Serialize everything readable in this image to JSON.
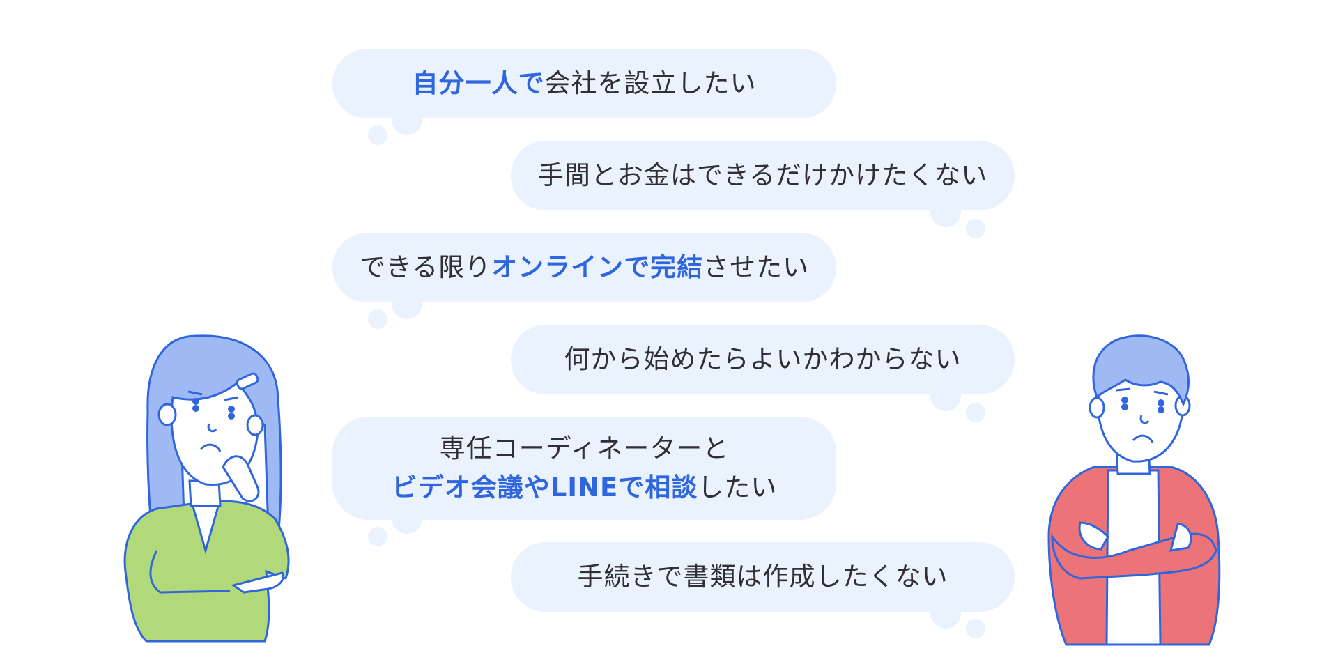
{
  "bubbles": [
    {
      "side": "left",
      "parts": [
        {
          "t": "自分一人で",
          "hl": true
        },
        {
          "t": "会社を設立したい",
          "hl": false
        }
      ]
    },
    {
      "side": "right",
      "parts": [
        {
          "t": "手間とお金はできるだけかけたくない",
          "hl": false
        }
      ]
    },
    {
      "side": "left",
      "parts": [
        {
          "t": "できる限り",
          "hl": false
        },
        {
          "t": "オンラインで完結",
          "hl": true
        },
        {
          "t": "させたい",
          "hl": false
        }
      ]
    },
    {
      "side": "right",
      "parts": [
        {
          "t": "何から始めたらよいかわからない",
          "hl": false
        }
      ]
    },
    {
      "side": "left",
      "line1": "専任コーディネーターと",
      "parts": [
        {
          "t": "ビデオ会議やLINEで相談",
          "hl": true
        },
        {
          "t": "したい",
          "hl": false
        }
      ]
    },
    {
      "side": "right",
      "parts": [
        {
          "t": "手続きで書類は作成したくない",
          "hl": false
        }
      ]
    }
  ],
  "colors": {
    "bubble": "#eaf2fd",
    "highlight": "#2f66dd",
    "text": "#2f2f35",
    "line": "#2f66dd",
    "woman_hair": "#9fb9f5",
    "woman_top": "#b1d97a",
    "man_hair": "#9fb9f5",
    "man_jacket": "#ec7377"
  },
  "illustrations": {
    "left": "worried-woman-illustration",
    "right": "arms-crossed-man-illustration"
  }
}
